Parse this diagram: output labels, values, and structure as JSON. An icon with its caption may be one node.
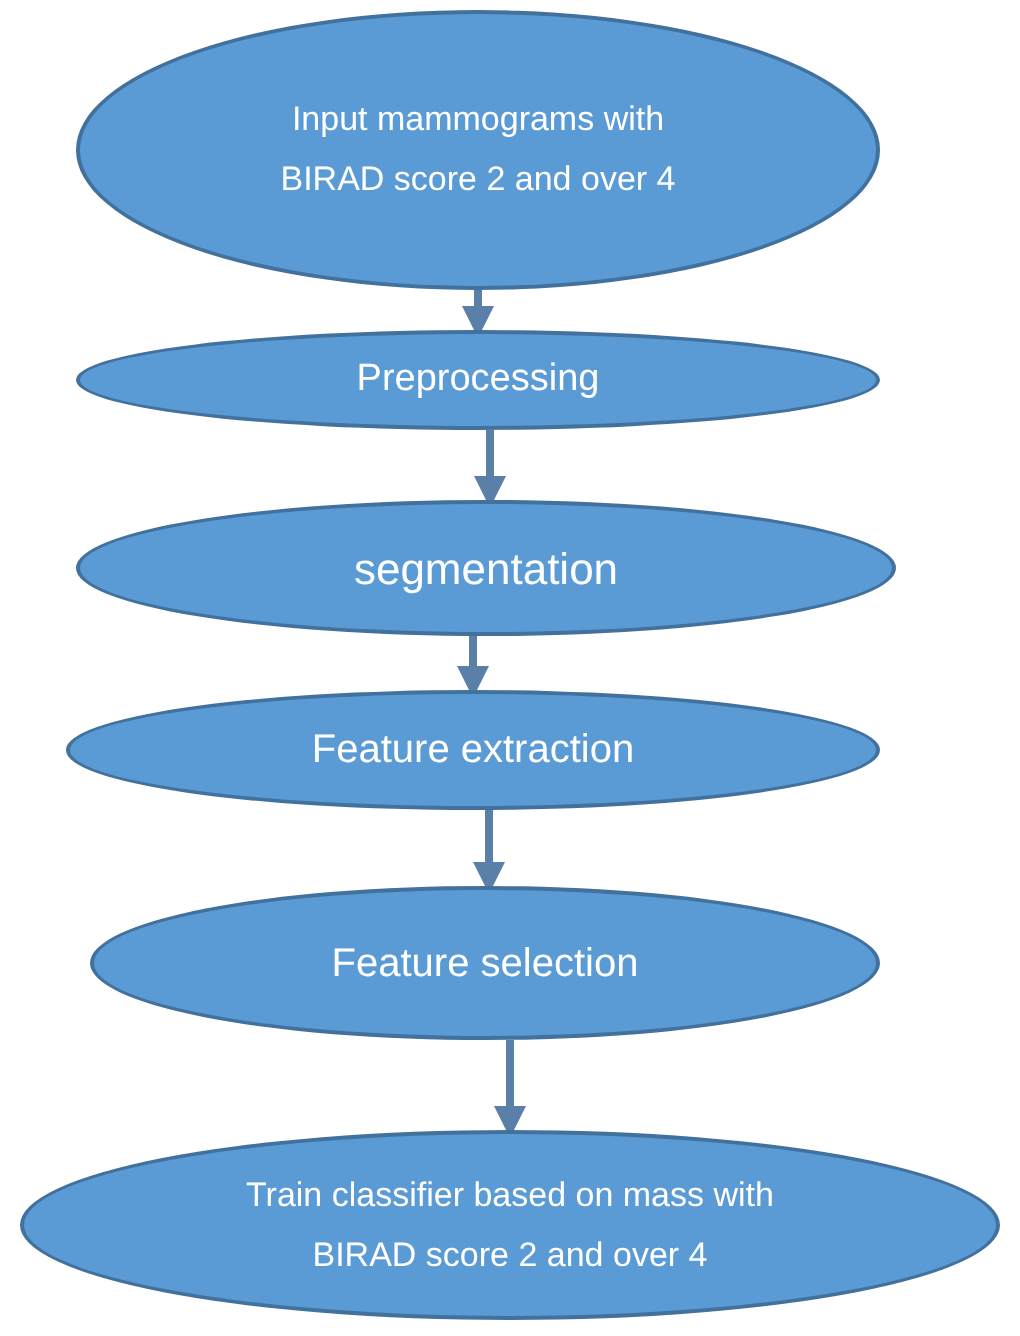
{
  "diagram": {
    "nodes": [
      {
        "text": [
          "Input mammograms with BIRAD score 2 and over 4"
        ]
      },
      {
        "text": [
          "Preprocessing"
        ]
      },
      {
        "text": [
          "segmentation"
        ]
      },
      {
        "text": [
          "Feature extraction"
        ]
      },
      {
        "text": [
          "Feature selection"
        ]
      },
      {
        "text": [
          "Train classifier based on mass with BIRAD score 2 and over 4"
        ]
      }
    ],
    "edges": [
      {
        "from": 0,
        "to": 1,
        "arrow": "to"
      },
      {
        "from": 1,
        "to": 2,
        "arrow": "to"
      },
      {
        "from": 2,
        "to": 3,
        "arrow": "to"
      },
      {
        "from": 3,
        "to": 4,
        "arrow": "to"
      },
      {
        "from": 4,
        "to": 5,
        "arrow": "to"
      }
    ]
  }
}
